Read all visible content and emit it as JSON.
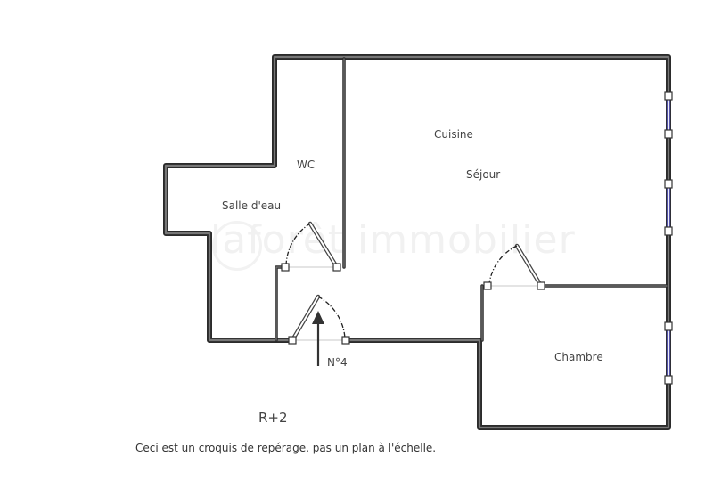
{
  "plan": {
    "watermark": "laforêt immobilier",
    "rooms": [
      {
        "name": "wc",
        "label": "WC"
      },
      {
        "name": "salle-d-eau",
        "label": "Salle d'eau"
      },
      {
        "name": "cuisine",
        "label": "Cuisine"
      },
      {
        "name": "sejour",
        "label": "Séjour"
      },
      {
        "name": "chambre",
        "label": "Chambre"
      }
    ],
    "entrance_label": "N°4",
    "floor_label": "R+2",
    "disclaimer": "Ceci est un croquis de repérage, pas un plan à l'échelle.",
    "colors": {
      "wall": "#2b2b2b",
      "wall_inner": "#777777",
      "window_glass": "#5555aa",
      "text": "#444444",
      "background": "#ffffff"
    }
  }
}
